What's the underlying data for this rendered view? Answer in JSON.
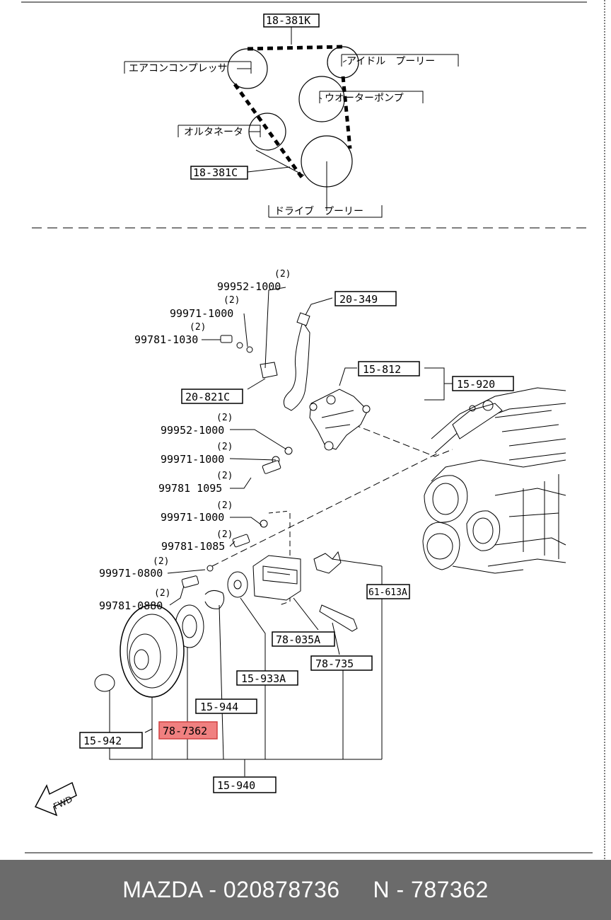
{
  "belt_diagram": {
    "part_top": "18-381K",
    "part_side": "18-381C",
    "ac_compressor": "エアコンコンプレッサ",
    "idler_pulley": "アイドル　プーリー",
    "water_pump": "ウオーターポンプ",
    "alternator": "オルタネータ",
    "drive_pulley": "ドライブ　プーリー"
  },
  "parts": {
    "p_20_349": "20-349",
    "p_15_812": "15-812",
    "p_15_920": "15-920",
    "p_20_821c": "20-821C",
    "p_61_613a": "61-613A",
    "p_78_035a": "78-035A",
    "p_78_735": "78-735",
    "p_15_933a": "15-933A",
    "p_15_944": "15-944",
    "p_78_7362": "78-7362",
    "p_15_942": "15-942",
    "p_15_940": "15-940"
  },
  "fasteners": [
    {
      "qty": "(2)",
      "code": "99952-1000"
    },
    {
      "qty": "(2)",
      "code": "99971-1000"
    },
    {
      "qty": "(2)",
      "code": "99781-1030"
    },
    {
      "qty": "(2)",
      "code": "99952-1000"
    },
    {
      "qty": "(2)",
      "code": "99971-1000"
    },
    {
      "qty": "(2)",
      "code": "99781 1095"
    },
    {
      "qty": "(2)",
      "code": "99971-1000"
    },
    {
      "qty": "(2)",
      "code": "99781-1085"
    },
    {
      "qty": "(2)",
      "code": "99971-0800"
    },
    {
      "qty": "(2)",
      "code": "99781-0880"
    }
  ],
  "fwd_label": "FWD",
  "highlight_color": "#f08080",
  "footer": {
    "brand": "MAZDA",
    "sep1": " - ",
    "oem": "020878736",
    "gap": "     ",
    "prefix": "N",
    "sep2": " - ",
    "number": "787362"
  }
}
